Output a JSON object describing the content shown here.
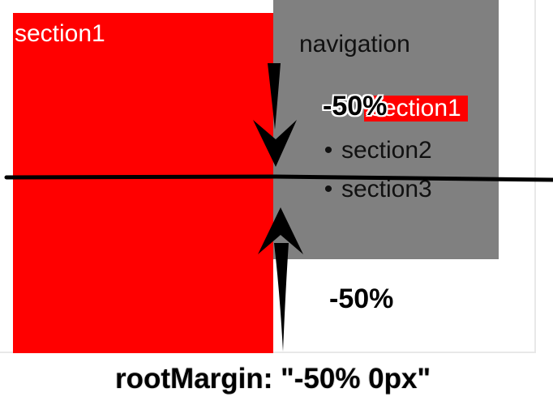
{
  "section": {
    "label": "section1"
  },
  "navigation": {
    "title": "navigation",
    "items": [
      {
        "label": "section1",
        "active": true
      },
      {
        "label": "section2",
        "active": false
      },
      {
        "label": "section3",
        "active": false
      }
    ]
  },
  "annotations": {
    "top_margin": "-50%",
    "bottom_margin": "-50%",
    "caption": "rootMargin: \"-50% 0px\""
  },
  "colors": {
    "section_bg": "#ff0000",
    "nav_bg": "#808080",
    "active_bg": "#ff0000",
    "text_dark": "#111111",
    "text_light": "#ffffff"
  }
}
